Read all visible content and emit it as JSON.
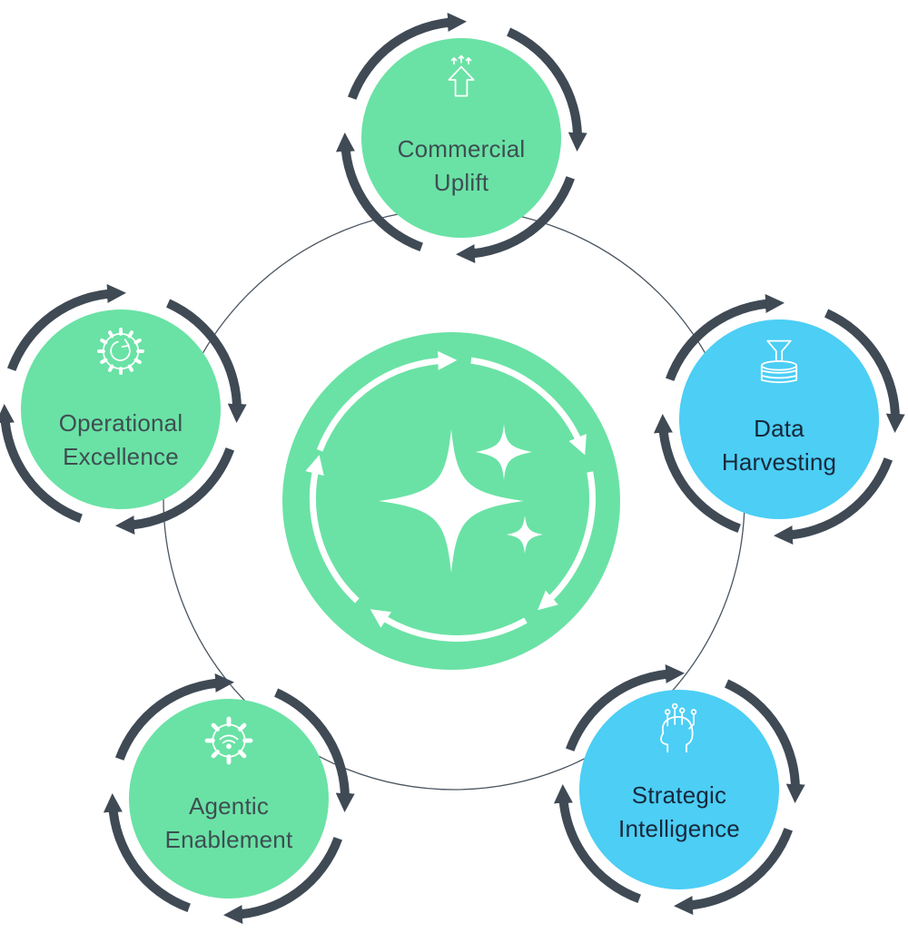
{
  "colors": {
    "green": "#6AE2A5",
    "blue": "#4CCEF5",
    "arrow": "#3F4A55",
    "line": "#4A5560",
    "icon": "#ffffff",
    "text_on_green": "#3E4E52",
    "text_on_blue": "#17283A"
  },
  "center": {
    "icon": "sparkle-icon"
  },
  "nodes": [
    {
      "id": "commercial-uplift",
      "lines": [
        "Commercial",
        "Uplift"
      ],
      "color": "green",
      "icon": "arrow-up-icon"
    },
    {
      "id": "data-harvesting",
      "lines": [
        "Data",
        "Harvesting"
      ],
      "color": "blue",
      "icon": "funnel-database-icon"
    },
    {
      "id": "strategic-intelligence",
      "lines": [
        "Strategic",
        "Intelligence"
      ],
      "color": "blue",
      "icon": "head-circuit-icon"
    },
    {
      "id": "agentic-enablement",
      "lines": [
        "Agentic",
        "Enablement"
      ],
      "color": "green",
      "icon": "gear-wifi-icon"
    },
    {
      "id": "operational-excellence",
      "lines": [
        "Operational",
        "Excellence"
      ],
      "color": "green",
      "icon": "cog-refresh-icon"
    }
  ]
}
